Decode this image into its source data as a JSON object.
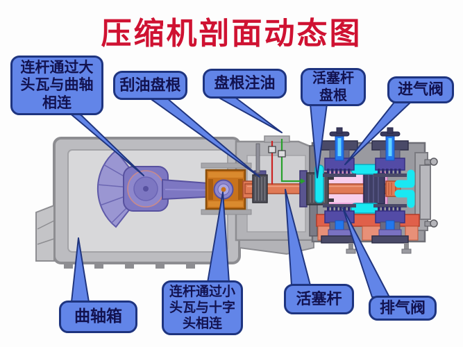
{
  "title": {
    "text": "压缩机剖面动态图",
    "color": "#cf1232"
  },
  "callouts": {
    "big_end": {
      "lines": [
        "连杆通过大",
        "头瓦与曲轴",
        "相连"
      ],
      "points_to": "big-end-bearing"
    },
    "oil_scraper_packing": {
      "label": "刮油盘根",
      "points_to": "oil-scraper-packing"
    },
    "packing_oil_injection": {
      "label": "盘根注油",
      "points_to": "oil-injection-lines"
    },
    "piston_rod_packing": {
      "lines": [
        "活塞杆",
        "盘根"
      ],
      "points_to": "piston-rod-packing"
    },
    "suction_valve": {
      "label": "进气阀",
      "points_to": "suction-valve"
    },
    "crankcase": {
      "label": "曲轴箱",
      "points_to": "crankcase"
    },
    "small_end": {
      "lines": [
        "连杆通过小",
        "头瓦与十字",
        "头相连"
      ],
      "points_to": "crosshead-pin"
    },
    "piston_rod": {
      "label": "活塞杆",
      "points_to": "piston-rod"
    },
    "discharge_valve": {
      "label": "排气阀",
      "points_to": "discharge-valve"
    }
  },
  "style": {
    "bubble_fill": "#6285e8",
    "bubble_border": "#1e347f",
    "bubble_text": "#12124f",
    "leader_fill": "#6285e8",
    "title_color": "#cf1232"
  },
  "machine_colors": {
    "casing_gray": "#bcbcc0",
    "cavity_gray": "#d8d8da",
    "crank_purple": "#9a96d2",
    "rod_purple": "#7d77c2",
    "crosshead_orange": "#c8731c",
    "piston_rod_salmon": "#e07a56",
    "bore_pink": "#efa9de",
    "water_jacket_cyan": "#19e8f2",
    "valve_blue": "#2277ee",
    "valve_indigo": "#534ba6",
    "discharge_red": "#e0604a",
    "oil_line_green": "#28a12c",
    "oil_line_red": "#cc2323"
  }
}
